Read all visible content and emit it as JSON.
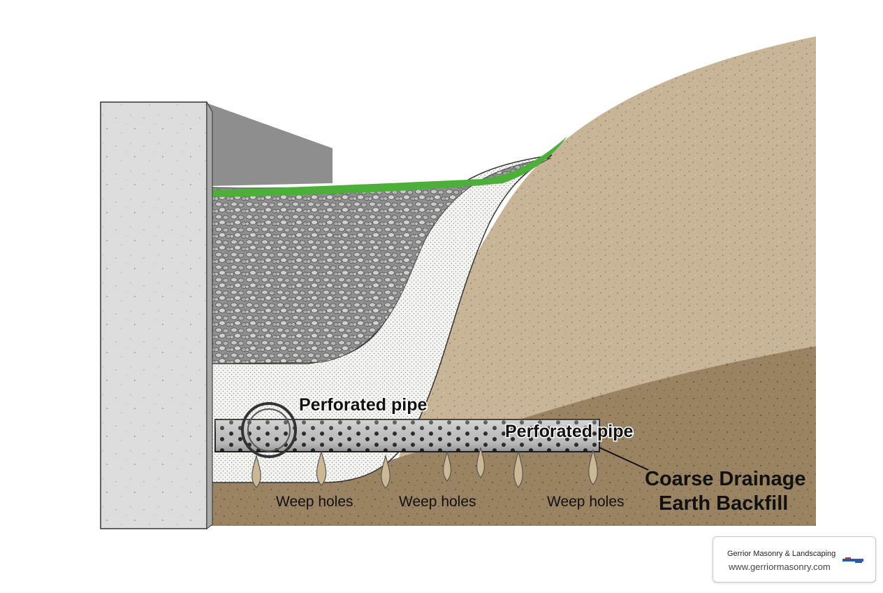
{
  "labels": {
    "pipe_label_1": "Perforated pipe",
    "pipe_label_2": "Perforated pipe",
    "weep_1": "Weep holes",
    "weep_2": "Weep holes",
    "weep_3": "Weep holes",
    "coarse_drainage": "Coarse Drainage",
    "earth_backfill": "Earth Backfill"
  },
  "credit": {
    "company": "Gerrior Masonry & Landscaping",
    "website": "www.gerriormasonry.com",
    "logo_icon": "company-logo-icon"
  },
  "colors": {
    "wall": "#dcdcdc",
    "wall_shadow": "#8e8e8e",
    "gravel": "#a9a9a9",
    "grass": "#4caf3a",
    "filter_fabric": "#f3f3f0",
    "soil_light": "#c9b597",
    "soil_dark": "#9b8463",
    "pipe": "#bdbdbd",
    "weep_drop": "#cdb896"
  }
}
